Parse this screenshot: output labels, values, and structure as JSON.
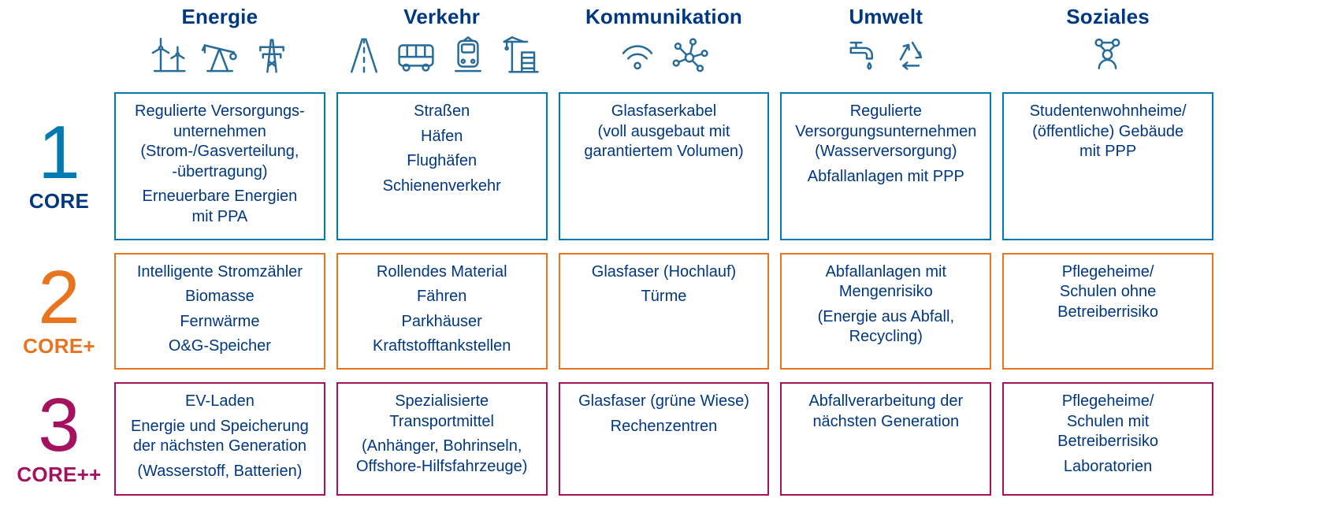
{
  "colors": {
    "navy": "#003781",
    "icon": "#266b9a"
  },
  "columns": [
    {
      "id": "energie",
      "label": "Energie",
      "icons": [
        "wind-turbine-icon",
        "oil-pump-icon",
        "power-tower-icon"
      ]
    },
    {
      "id": "verkehr",
      "label": "Verkehr",
      "icons": [
        "road-icon",
        "bus-icon",
        "train-icon",
        "construction-crane-icon"
      ]
    },
    {
      "id": "kommunikation",
      "label": "Kommunikation",
      "icons": [
        "wifi-icon",
        "network-icon"
      ]
    },
    {
      "id": "umwelt",
      "label": "Umwelt",
      "icons": [
        "faucet-icon",
        "recycling-icon"
      ]
    },
    {
      "id": "soziales",
      "label": "Soziales",
      "icons": [
        "people-network-icon"
      ]
    }
  ],
  "rows": [
    {
      "id": "core",
      "number": "1",
      "label": "CORE",
      "accent": "#007ab3",
      "label_color": "#003781",
      "cells": [
        {
          "items": [
            "Regulierte Versorgungs-\nunternehmen\n(Strom-/Gasverteilung,\n-übertragung)",
            "Erneuerbare Energien\nmit PPA"
          ]
        },
        {
          "items": [
            "Straßen",
            "Häfen",
            "Flughäfen",
            "Schienenverkehr"
          ]
        },
        {
          "items": [
            "Glasfaserkabel\n(voll ausgebaut mit\ngarantiertem Volumen)"
          ]
        },
        {
          "items": [
            "Regulierte\nVersorgungsunternehmen\n(Wasserversorgung)",
            "Abfallanlagen mit PPP"
          ]
        },
        {
          "items": [
            "Studentenwohnheime/\n(öffentliche) Gebäude\nmit PPP"
          ]
        }
      ]
    },
    {
      "id": "core-plus",
      "number": "2",
      "label": "CORE+",
      "accent": "#e8741e",
      "label_color": "#e8741e",
      "cells": [
        {
          "items": [
            "Intelligente Stromzähler",
            "Biomasse",
            "Fernwärme",
            "O&G-Speicher"
          ]
        },
        {
          "items": [
            "Rollendes Material",
            "Fähren",
            "Parkhäuser",
            "Kraftstofftankstellen"
          ]
        },
        {
          "items": [
            "Glasfaser (Hochlauf)",
            "Türme"
          ]
        },
        {
          "items": [
            "Abfallanlagen mit\nMengenrisiko",
            "(Energie aus Abfall,\nRecycling)"
          ]
        },
        {
          "items": [
            "Pflegeheime/\nSchulen ohne\nBetreiberrisiko"
          ]
        }
      ]
    },
    {
      "id": "core-plus-plus",
      "number": "3",
      "label": "CORE++",
      "accent": "#a5105f",
      "label_color": "#a5105f",
      "cells": [
        {
          "items": [
            "EV-Laden",
            "Energie und Speicherung\nder nächsten Generation",
            "(Wasserstoff, Batterien)"
          ]
        },
        {
          "items": [
            "Spezialisierte\nTransportmittel",
            "(Anhänger, Bohrinseln,\nOffshore-Hilfsfahrzeuge)"
          ]
        },
        {
          "items": [
            "Glasfaser (grüne Wiese)",
            "Rechenzentren"
          ]
        },
        {
          "items": [
            "Abfallverarbeitung der\nnächsten Generation"
          ]
        },
        {
          "items": [
            "Pflegeheime/\nSchulen mit\nBetreiberrisiko",
            "Laboratorien"
          ]
        }
      ]
    }
  ]
}
